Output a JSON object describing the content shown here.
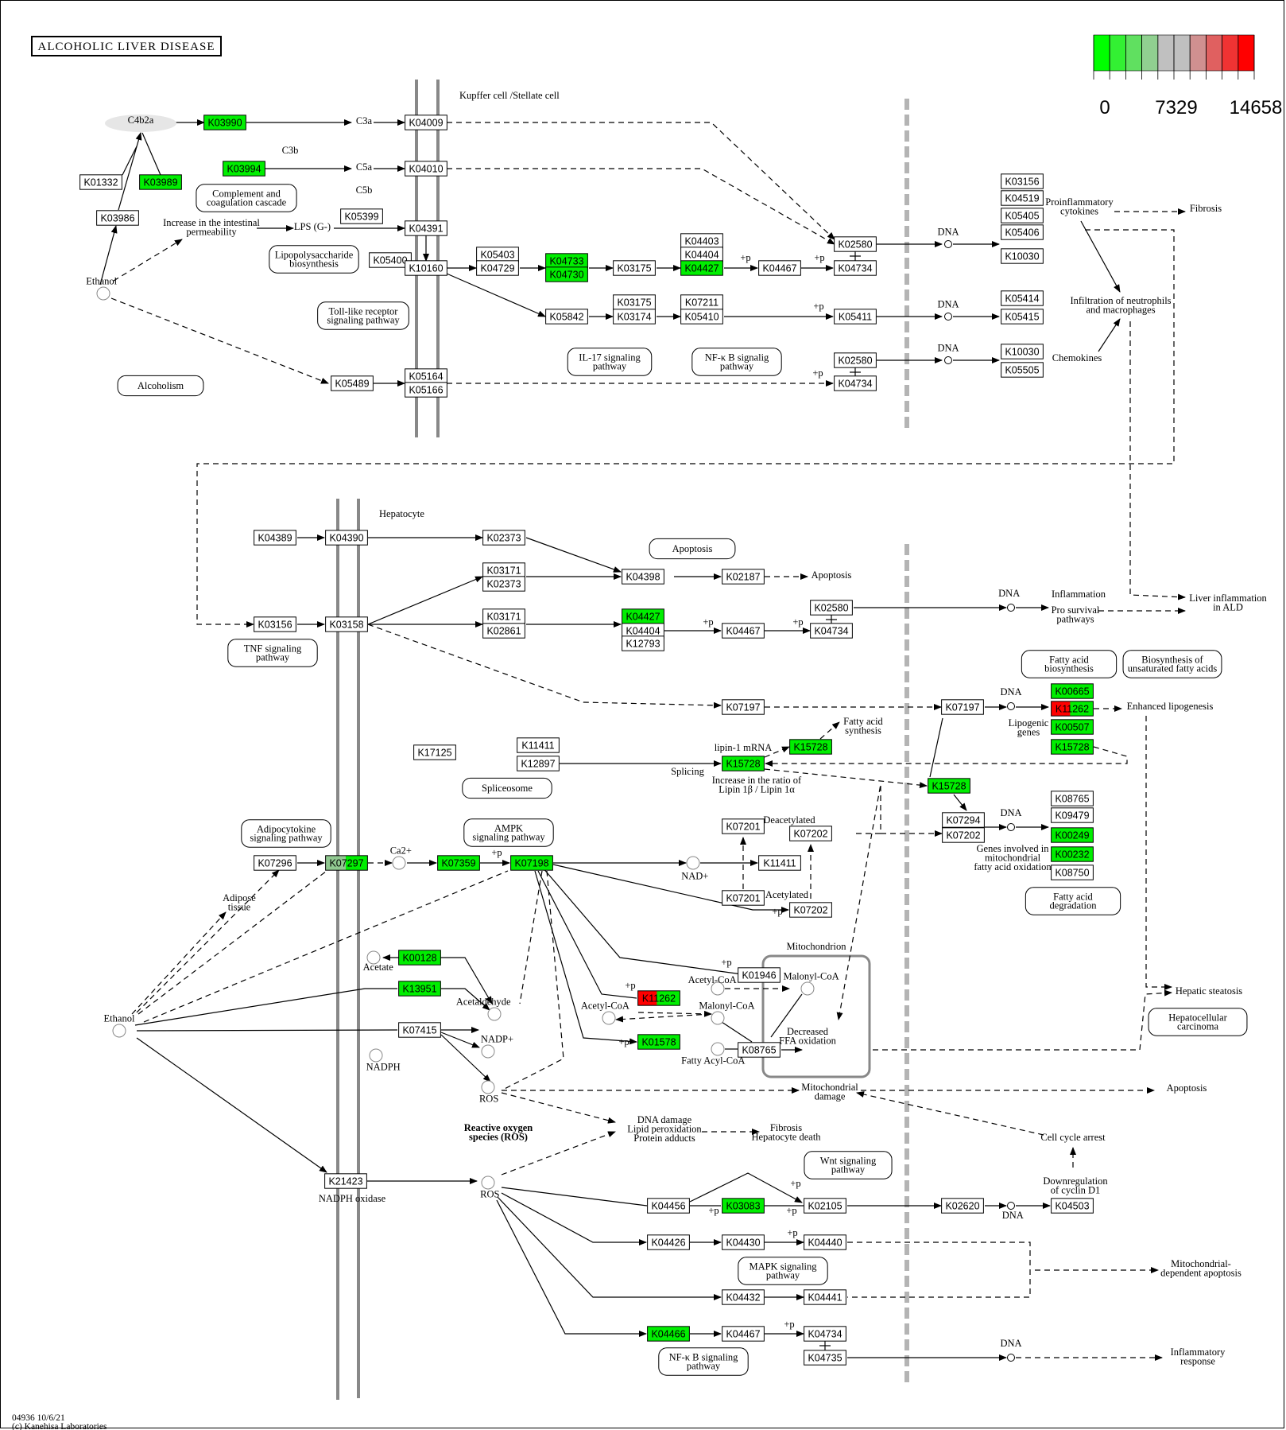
{
  "title": "ALCOHOLIC LIVER DISEASE",
  "footer": {
    "line1": "04936 10/6/21",
    "line2": "(c) Kanehisa Laboratories"
  },
  "legend": {
    "colors": [
      "#00ff00",
      "#33f033",
      "#60e060",
      "#90d090",
      "#c0c0c0",
      "#c0c0c0",
      "#d09090",
      "#e06060",
      "#f03333",
      "#ff0000"
    ],
    "labels": [
      "0",
      "7329",
      "14658"
    ]
  },
  "colors": {
    "up": "#ff0000",
    "down": "#00ee00",
    "mid": "#90c890",
    "membrane": "#888888",
    "divider": "#b4b4b4"
  },
  "regions": {
    "kupffer": "Kupffer cell /Stellate cell",
    "hepatocyte": "Hepatocyte",
    "mitochondrion": "Mitochondrion"
  },
  "nodes": [
    {
      "id": "n1",
      "label": "K03990",
      "color": "down"
    },
    {
      "id": "n2",
      "label": "K03989",
      "color": "down"
    },
    {
      "id": "n3",
      "label": "K01332",
      "color": "none"
    },
    {
      "id": "n4",
      "label": "K03986",
      "color": "none"
    },
    {
      "id": "n5",
      "label": "K03994",
      "color": "down"
    },
    {
      "id": "n6",
      "label": "K04009",
      "color": "none"
    },
    {
      "id": "n7",
      "label": "K04010",
      "color": "none"
    },
    {
      "id": "n8",
      "label": "K05399",
      "color": "none"
    },
    {
      "id": "n9",
      "label": "K04391",
      "color": "none"
    },
    {
      "id": "n10",
      "label": "K05400",
      "color": "none"
    },
    {
      "id": "n11",
      "label": "K10160",
      "color": "none"
    },
    {
      "id": "n12",
      "label": "K05403",
      "color": "none"
    },
    {
      "id": "n13",
      "label": "K04729",
      "color": "none"
    },
    {
      "id": "n14",
      "label": "K04733",
      "color": "down"
    },
    {
      "id": "n15",
      "label": "K04730",
      "color": "down"
    },
    {
      "id": "n16",
      "label": "K03175",
      "color": "none"
    },
    {
      "id": "n17",
      "label": "K04403",
      "color": "none"
    },
    {
      "id": "n18",
      "label": "K04404",
      "color": "none"
    },
    {
      "id": "n19",
      "label": "K04427",
      "color": "down"
    },
    {
      "id": "n20",
      "label": "K04467",
      "color": "none"
    },
    {
      "id": "n21",
      "label": "K02580",
      "color": "none"
    },
    {
      "id": "n22",
      "label": "K04734",
      "color": "none"
    },
    {
      "id": "n23",
      "label": "K05842",
      "color": "none"
    },
    {
      "id": "n24",
      "label": "K03175",
      "color": "none"
    },
    {
      "id": "n25",
      "label": "K03174",
      "color": "none"
    },
    {
      "id": "n26",
      "label": "K07211",
      "color": "none"
    },
    {
      "id": "n27",
      "label": "K05410",
      "color": "none"
    },
    {
      "id": "n28",
      "label": "K05411",
      "color": "none"
    },
    {
      "id": "n29",
      "label": "K05489",
      "color": "none"
    },
    {
      "id": "n30",
      "label": "K05164",
      "color": "none"
    },
    {
      "id": "n31",
      "label": "K05166",
      "color": "none"
    },
    {
      "id": "n32",
      "label": "K02580",
      "color": "none"
    },
    {
      "id": "n33",
      "label": "K04734",
      "color": "none"
    },
    {
      "id": "n34",
      "label": "K03156",
      "color": "none"
    },
    {
      "id": "n35",
      "label": "K04519",
      "color": "none"
    },
    {
      "id": "n36",
      "label": "K05405",
      "color": "none"
    },
    {
      "id": "n37",
      "label": "K05406",
      "color": "none"
    },
    {
      "id": "n38",
      "label": "K10030",
      "color": "none"
    },
    {
      "id": "n39",
      "label": "K05414",
      "color": "none"
    },
    {
      "id": "n40",
      "label": "K05415",
      "color": "none"
    },
    {
      "id": "n41",
      "label": "K10030",
      "color": "none"
    },
    {
      "id": "n42",
      "label": "K05505",
      "color": "none"
    },
    {
      "id": "n43",
      "label": "K04389",
      "color": "none"
    },
    {
      "id": "n44",
      "label": "K04390",
      "color": "none"
    },
    {
      "id": "n45",
      "label": "K02373",
      "color": "none"
    },
    {
      "id": "n46",
      "label": "K03171",
      "color": "none"
    },
    {
      "id": "n47",
      "label": "K02373",
      "color": "none"
    },
    {
      "id": "n48",
      "label": "K04398",
      "color": "none"
    },
    {
      "id": "n49",
      "label": "K02187",
      "color": "none"
    },
    {
      "id": "n50",
      "label": "K03156",
      "color": "none"
    },
    {
      "id": "n51",
      "label": "K03158",
      "color": "none"
    },
    {
      "id": "n52",
      "label": "K03171",
      "color": "none"
    },
    {
      "id": "n53",
      "label": "K02861",
      "color": "none"
    },
    {
      "id": "n54",
      "label": "K04427",
      "color": "down"
    },
    {
      "id": "n55",
      "label": "K04404",
      "color": "none"
    },
    {
      "id": "n56",
      "label": "K12793",
      "color": "none"
    },
    {
      "id": "n57",
      "label": "K04467",
      "color": "none"
    },
    {
      "id": "n58",
      "label": "K02580",
      "color": "none"
    },
    {
      "id": "n59",
      "label": "K04734",
      "color": "none"
    },
    {
      "id": "n60",
      "label": "K07197",
      "color": "none"
    },
    {
      "id": "n61",
      "label": "K07197",
      "color": "none"
    },
    {
      "id": "n62",
      "label": "K00665",
      "color": "down"
    },
    {
      "id": "n63",
      "label": "K11262",
      "color": "split-up"
    },
    {
      "id": "n64",
      "label": "K00507",
      "color": "down"
    },
    {
      "id": "n65",
      "label": "K15728",
      "color": "down"
    },
    {
      "id": "n66",
      "label": "K17125",
      "color": "none"
    },
    {
      "id": "n67",
      "label": "K11411",
      "color": "none"
    },
    {
      "id": "n68",
      "label": "K12897",
      "color": "none"
    },
    {
      "id": "n69",
      "label": "K15728",
      "color": "down"
    },
    {
      "id": "n70",
      "label": "K15728",
      "color": "down"
    },
    {
      "id": "n71",
      "label": "K15728",
      "color": "down"
    },
    {
      "id": "n72",
      "label": "K07294",
      "color": "none"
    },
    {
      "id": "n73",
      "label": "K07202",
      "color": "none"
    },
    {
      "id": "n74",
      "label": "K08765",
      "color": "none"
    },
    {
      "id": "n75",
      "label": "K09479",
      "color": "none"
    },
    {
      "id": "n76",
      "label": "K00249",
      "color": "down"
    },
    {
      "id": "n77",
      "label": "K00232",
      "color": "down"
    },
    {
      "id": "n78",
      "label": "K08750",
      "color": "none"
    },
    {
      "id": "n79",
      "label": "K07296",
      "color": "none"
    },
    {
      "id": "n80",
      "label": "K07297",
      "color": "split-mid"
    },
    {
      "id": "n81",
      "label": "K07359",
      "color": "down"
    },
    {
      "id": "n82",
      "label": "K07198",
      "color": "down"
    },
    {
      "id": "n83",
      "label": "K07201",
      "color": "none"
    },
    {
      "id": "n84",
      "label": "K07202",
      "color": "none"
    },
    {
      "id": "n85",
      "label": "K11411",
      "color": "none"
    },
    {
      "id": "n86",
      "label": "K07201",
      "color": "none"
    },
    {
      "id": "n87",
      "label": "K07202",
      "color": "none"
    },
    {
      "id": "n88",
      "label": "K00128",
      "color": "down"
    },
    {
      "id": "n89",
      "label": "K13951",
      "color": "down"
    },
    {
      "id": "n90",
      "label": "K07415",
      "color": "none"
    },
    {
      "id": "n91",
      "label": "K01946",
      "color": "none"
    },
    {
      "id": "n92",
      "label": "K11262",
      "color": "split-up"
    },
    {
      "id": "n93",
      "label": "K01578",
      "color": "down"
    },
    {
      "id": "n94",
      "label": "K08765",
      "color": "none"
    },
    {
      "id": "n95",
      "label": "K21423",
      "color": "none"
    },
    {
      "id": "n96",
      "label": "K04456",
      "color": "none"
    },
    {
      "id": "n97",
      "label": "K03083",
      "color": "down"
    },
    {
      "id": "n98",
      "label": "K02105",
      "color": "none"
    },
    {
      "id": "n99",
      "label": "K02620",
      "color": "none"
    },
    {
      "id": "n100",
      "label": "K04503",
      "color": "none"
    },
    {
      "id": "n101",
      "label": "K04426",
      "color": "none"
    },
    {
      "id": "n102",
      "label": "K04430",
      "color": "none"
    },
    {
      "id": "n103",
      "label": "K04440",
      "color": "none"
    },
    {
      "id": "n104",
      "label": "K04432",
      "color": "none"
    },
    {
      "id": "n105",
      "label": "K04441",
      "color": "none"
    },
    {
      "id": "n106",
      "label": "K04466",
      "color": "down"
    },
    {
      "id": "n107",
      "label": "K04467",
      "color": "none"
    },
    {
      "id": "n108",
      "label": "K04734",
      "color": "none"
    },
    {
      "id": "n109",
      "label": "K04735",
      "color": "none"
    }
  ],
  "pathways": [
    {
      "id": "p1",
      "lines": [
        "Complement and",
        "coagulation cascade"
      ]
    },
    {
      "id": "p2",
      "lines": [
        "Lipopolysaccharide",
        "biosynthesis"
      ]
    },
    {
      "id": "p3",
      "lines": [
        "Toll-like receptor",
        "signaling pathway"
      ]
    },
    {
      "id": "p4",
      "lines": [
        "Alcoholism"
      ]
    },
    {
      "id": "p5",
      "lines": [
        "IL-17 signaling",
        "pathway"
      ]
    },
    {
      "id": "p6",
      "lines": [
        "NF-κ B signalig",
        "pathway"
      ]
    },
    {
      "id": "p7",
      "lines": [
        "Apoptosis"
      ]
    },
    {
      "id": "p8",
      "lines": [
        "TNF signaling",
        "pathway"
      ]
    },
    {
      "id": "p9",
      "lines": [
        "Fatty acid",
        "biosynthesis"
      ]
    },
    {
      "id": "p10",
      "lines": [
        "Biosynthesis of",
        "unsaturated fatty acids"
      ]
    },
    {
      "id": "p11",
      "lines": [
        "Spliceosome"
      ]
    },
    {
      "id": "p12",
      "lines": [
        "Adipocytokine",
        "signaling pathway"
      ]
    },
    {
      "id": "p13",
      "lines": [
        "AMPK",
        "signaling pathway"
      ]
    },
    {
      "id": "p14",
      "lines": [
        "Fatty acid",
        "degradation"
      ]
    },
    {
      "id": "p15",
      "lines": [
        "Hepatocellular",
        "carcinoma"
      ]
    },
    {
      "id": "p16",
      "lines": [
        "Wnt signaling",
        "pathway"
      ]
    },
    {
      "id": "p17",
      "lines": [
        "MAPK signaling",
        "pathway"
      ]
    },
    {
      "id": "p18",
      "lines": [
        "NF-κ B signaling",
        "pathway"
      ]
    }
  ],
  "compounds": [
    {
      "id": "c1",
      "label": "Ethanol"
    },
    {
      "id": "c2",
      "label": "DNA"
    },
    {
      "id": "c3",
      "label": "DNA"
    },
    {
      "id": "c4",
      "label": "DNA"
    },
    {
      "id": "c5",
      "label": "DNA"
    },
    {
      "id": "c6",
      "label": "DNA"
    },
    {
      "id": "c7",
      "label": "DNA"
    },
    {
      "id": "c8",
      "label": "Ca2+"
    },
    {
      "id": "c9",
      "label": "NAD+"
    },
    {
      "id": "c10",
      "label": "Ethanol"
    },
    {
      "id": "c11",
      "label": "Acetate"
    },
    {
      "id": "c12",
      "label": "Acetaldehyde"
    },
    {
      "id": "c13",
      "label": "NADP+"
    },
    {
      "id": "c14",
      "label": "NADPH"
    },
    {
      "id": "c15",
      "label": "ROS"
    },
    {
      "id": "c16",
      "label": "ROS"
    },
    {
      "id": "c17",
      "label": "Acetyl-CoA"
    },
    {
      "id": "c18",
      "label": "Malonyl-CoA"
    },
    {
      "id": "c19",
      "label": "Acetyl-CoA"
    },
    {
      "id": "c20",
      "label": "Malonyl-CoA"
    },
    {
      "id": "c21",
      "label": "Fatty Acyl-CoA"
    },
    {
      "id": "c22",
      "label": "DNA"
    },
    {
      "id": "c23",
      "label": "DNA"
    }
  ],
  "labels": [
    {
      "id": "t1",
      "lines": [
        "C4b2a"
      ]
    },
    {
      "id": "t2",
      "lines": [
        "C3a"
      ]
    },
    {
      "id": "t3",
      "lines": [
        "C3b"
      ]
    },
    {
      "id": "t4",
      "lines": [
        "C5a"
      ]
    },
    {
      "id": "t5",
      "lines": [
        "C5b"
      ]
    },
    {
      "id": "t6",
      "lines": [
        "Increase in the intestinal",
        "permeability"
      ]
    },
    {
      "id": "t7",
      "lines": [
        "LPS (G-)"
      ]
    },
    {
      "id": "t8",
      "lines": [
        "Proinflammatory",
        "cytokines"
      ]
    },
    {
      "id": "t9",
      "lines": [
        "Fibrosis"
      ]
    },
    {
      "id": "t10",
      "lines": [
        "Infiltration of neutrophils",
        "and macrophages"
      ]
    },
    {
      "id": "t11",
      "lines": [
        "Chemokines"
      ]
    },
    {
      "id": "t12",
      "lines": [
        "Apoptosis"
      ]
    },
    {
      "id": "t13",
      "lines": [
        "Inflammation"
      ]
    },
    {
      "id": "t14",
      "lines": [
        "Pro survival",
        "pathways"
      ]
    },
    {
      "id": "t15",
      "lines": [
        "Liver inflammation",
        "in ALD"
      ]
    },
    {
      "id": "t16",
      "lines": [
        "Enhanced lipogenesis"
      ]
    },
    {
      "id": "t17",
      "lines": [
        "Lipogenic",
        "genes"
      ]
    },
    {
      "id": "t18",
      "lines": [
        "Fatty acid",
        "synthesis"
      ]
    },
    {
      "id": "t19",
      "lines": [
        "lipin-1 mRNA"
      ]
    },
    {
      "id": "t20",
      "lines": [
        "Splicing"
      ]
    },
    {
      "id": "t21",
      "lines": [
        "Increase in the ratio of",
        "Lipin 1β / Lipin 1α"
      ]
    },
    {
      "id": "t22",
      "lines": [
        "Genes involved in",
        "mitochondrial",
        "fatty acid oxidation"
      ]
    },
    {
      "id": "t23",
      "lines": [
        "Adipose",
        "tissue"
      ]
    },
    {
      "id": "t24",
      "lines": [
        "Deacetylated"
      ]
    },
    {
      "id": "t25",
      "lines": [
        "Acetylated"
      ]
    },
    {
      "id": "t26",
      "lines": [
        "Decreased",
        "FFA oxidation"
      ]
    },
    {
      "id": "t27",
      "lines": [
        "Hepatic steatosis"
      ]
    },
    {
      "id": "t28",
      "lines": [
        "Mitochondrial",
        "damage"
      ]
    },
    {
      "id": "t29",
      "lines": [
        "Apoptosis"
      ]
    },
    {
      "id": "t30",
      "lines": [
        "DNA damage",
        "Lipid peroxidation",
        "Protein adducts"
      ]
    },
    {
      "id": "t31",
      "lines": [
        "Fibrosis",
        "Hepatocyte death"
      ]
    },
    {
      "id": "t32",
      "lines": [
        "Reactive oxygen",
        "species (ROS)"
      ]
    },
    {
      "id": "t33",
      "lines": [
        "Cell cycle arrest"
      ]
    },
    {
      "id": "t34",
      "lines": [
        "Downregulation",
        "of cyclin D1"
      ]
    },
    {
      "id": "t35",
      "lines": [
        "Mitochondrial-",
        "dependent apoptosis"
      ]
    },
    {
      "id": "t36",
      "lines": [
        "Inflammatory",
        "response"
      ]
    },
    {
      "id": "t37",
      "lines": [
        "NADPH oxidase"
      ]
    }
  ],
  "annotations": {
    "phospho": "+p"
  }
}
